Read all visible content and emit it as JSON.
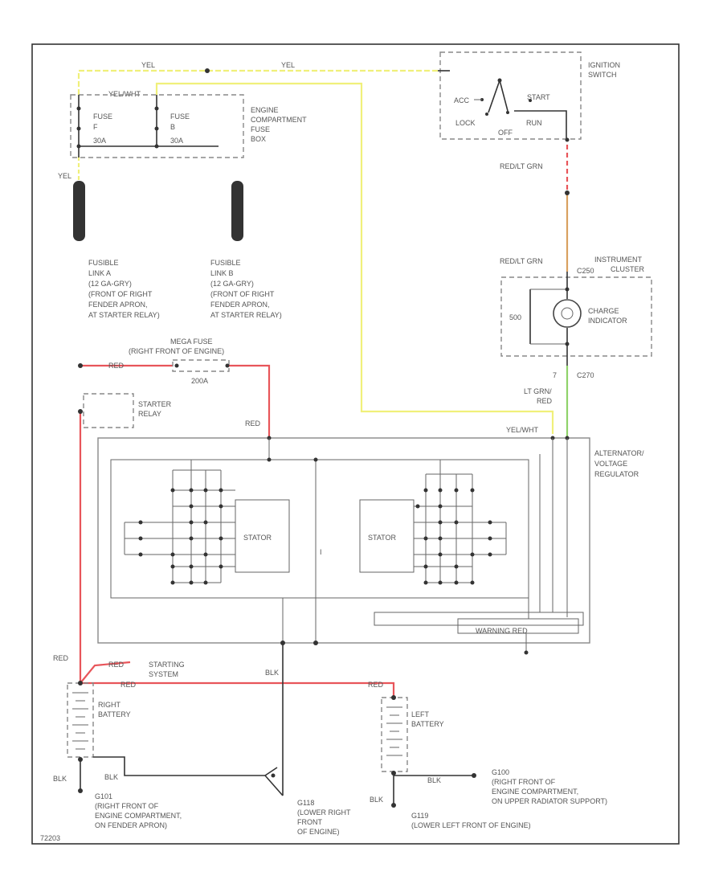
{
  "colors": {
    "red": "#e8555a",
    "yellow": "#f0f07a",
    "green": "#8fd36a",
    "redgrn": "#d9a060",
    "wire": "#333333"
  },
  "labels": {
    "ign_switch": [
      "IGNITION",
      "SWITCH"
    ],
    "acc": "ACC",
    "lock": "LOCK",
    "off": "OFF",
    "run": "RUN",
    "start": "START",
    "yel_top_left": "YEL",
    "yel_top_right": "YEL",
    "yel_wht": "YEL/WHT",
    "yel_fl": "YEL",
    "fuse_f": [
      "FUSE",
      "F",
      "30A"
    ],
    "fuse_b": [
      "FUSE",
      "B",
      "30A"
    ],
    "fuse_box": [
      "ENGINE",
      "COMPARTMENT",
      "FUSE",
      "BOX"
    ],
    "fusible_a": [
      "FUSIBLE",
      "LINK A",
      "(12 GA-GRY)",
      "(FRONT OF RIGHT",
      "FENDER APRON,",
      "AT STARTER RELAY)"
    ],
    "fusible_b": [
      "FUSIBLE",
      "LINK B",
      "(12 GA-GRY)",
      "(FRONT OF RIGHT",
      "FENDER APRON,",
      "AT STARTER RELAY)"
    ],
    "red_grn_1": "RED/LT GRN",
    "red_grn_2": "RED/LT GRN",
    "instrument_cluster": [
      "INSTRUMENT",
      "CLUSTER"
    ],
    "c250": "C250",
    "res": "500",
    "charge_ind": [
      "CHARGE",
      "INDICATOR"
    ],
    "c270": "C270",
    "lt_grn_red": [
      "LT GRN/",
      "RED"
    ],
    "pin_7": "7",
    "mega_fuse": [
      "MEGA FUSE",
      "(RIGHT FRONT OF ENGINE)"
    ],
    "mega_amp": "200A",
    "red_mega": "RED",
    "starter_relay": [
      "STARTER",
      "RELAY"
    ],
    "red_alt": "RED",
    "yel_wht_alt": "YEL/WHT",
    "alt_vr": [
      "ALTERNATOR/",
      "VOLTAGE",
      "REGULATOR"
    ],
    "stator_left": "STATOR",
    "stator_right": "STATOR",
    "i_label": "I",
    "warn_red": "WARNING RED",
    "red_left": "RED",
    "red_start": "RED",
    "starting_sys": [
      "STARTING",
      "SYSTEM"
    ],
    "red_batt": "RED",
    "red_lbatt": "RED",
    "blk_mid": "BLK",
    "right_battery": [
      "RIGHT",
      "BATTERY"
    ],
    "left_battery": [
      "LEFT",
      "BATTERY"
    ],
    "blk_rb": "BLK",
    "blk_g": "BLK",
    "blk_lb": "BLK",
    "blk_g100": "BLK",
    "g100": [
      "G100",
      "(RIGHT FRONT OF",
      "ENGINE COMPARTMENT,",
      "ON UPPER RADIATOR SUPPORT)"
    ],
    "g101": [
      "G101",
      "(RIGHT FRONT OF",
      "ENGINE COMPARTMENT,",
      "ON FENDER APRON)"
    ],
    "g118": [
      "G118",
      "(LOWER RIGHT",
      "FRONT",
      "OF ENGINE)"
    ],
    "g119": [
      "G119",
      "(LOWER LEFT FRONT OF ENGINE)"
    ],
    "fig_id": "72203"
  }
}
